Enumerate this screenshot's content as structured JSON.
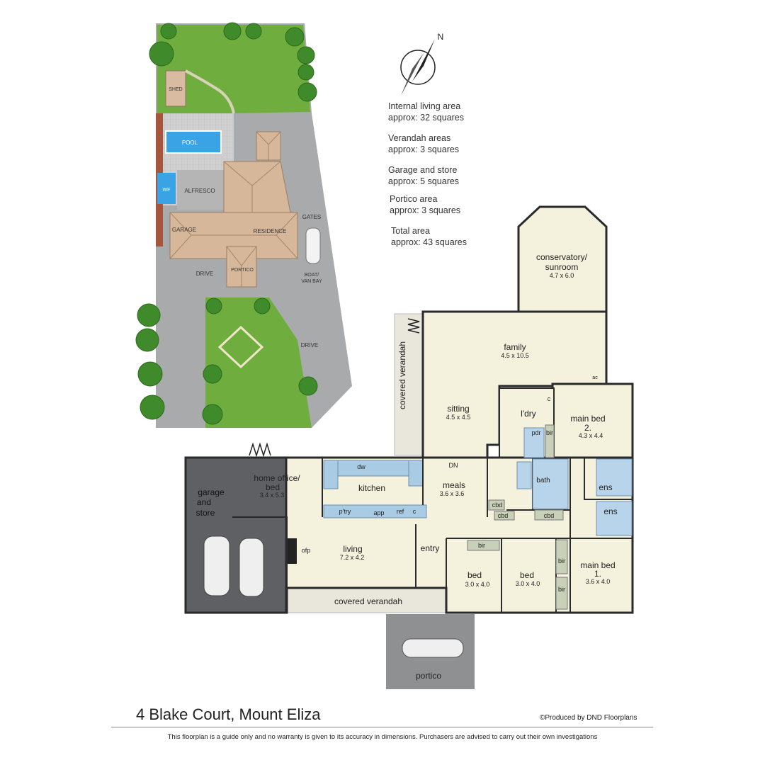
{
  "site": {
    "labels": {
      "shed": "SHED",
      "pool": "POOL",
      "wf": "WF",
      "alfresco": "ALFRESCO",
      "gates": "GATES",
      "garage": "GARAGE",
      "residence": "RESIDENCE",
      "drive": "DRIVE",
      "portico": "PORTICO",
      "boat_bay": [
        "BOAT/",
        "VAN BAY"
      ]
    }
  },
  "compass_letter": "N",
  "areas": [
    {
      "label": "Internal living area",
      "value": "approx: 32 squares"
    },
    {
      "label": "Verandah areas",
      "value": "approx: 3 squares"
    },
    {
      "label": "Garage and store",
      "value": "approx: 5 squares"
    },
    {
      "label": "Portico area",
      "value": "approx: 3 squares"
    },
    {
      "label": "Total area",
      "value": "approx: 43 squares"
    }
  ],
  "rooms": {
    "conservatory": {
      "name": [
        "conservatory/",
        "sunroom"
      ],
      "dims": "4.7 x 6.0"
    },
    "family": {
      "name": "family",
      "dims": "4.5 x 10.5"
    },
    "covered_verandah_side": "covered verandah",
    "sitting": {
      "name": "sitting",
      "dims": "4.5 x 4.5"
    },
    "laundry": "l'dry",
    "main_bed2": {
      "name": [
        "main bed",
        "2."
      ],
      "dims": "4.3 x 4.4"
    },
    "home_office": {
      "name": [
        "home office/",
        "bed"
      ],
      "dims": "3.4 x 5.3"
    },
    "kitchen": "kitchen",
    "meals": {
      "name": "meals",
      "dims": "3.6 x 3.6"
    },
    "garage_store": [
      "garage",
      "and",
      "store"
    ],
    "living": {
      "name": "living",
      "dims": "7.2 x 4.2"
    },
    "entry": "entry",
    "bed_a": {
      "name": "bed",
      "dims": "3.0 x 4.0"
    },
    "bed_b": {
      "name": "bed",
      "dims": "3.0 x 4.0"
    },
    "main_bed1": {
      "name": [
        "main bed",
        "1."
      ],
      "dims": "3.6 x 4.0"
    },
    "covered_verandah_front": "covered verandah",
    "portico": "portico",
    "small": {
      "ac": "ac",
      "dn": "DN",
      "dw": "dw",
      "pantry": "p'try",
      "app": "app",
      "ref": "ref",
      "c": "c",
      "c2": "c",
      "ofp": "ofp",
      "cbd1": "cbd",
      "cbd2": "cbd",
      "cbd3": "cbd",
      "pdr": "pdr",
      "bir1": "bir",
      "bir2": "bir",
      "bir3": "bir",
      "bir4": "bir",
      "bath": "bath",
      "ens1": "ens",
      "ens2": "ens"
    }
  },
  "footer": {
    "address": "4 Blake Court, Mount Eliza",
    "credit": "©Produced by DND Floorplans",
    "disclaimer": "This floorplan is a guide only and no warranty is given to  its accuracy in dimensions.  Purchasers are advised to carry out their own investigations"
  },
  "colors": {
    "lawn": "#6fae3e",
    "tree": "#3f8a2b",
    "paving": "#c9c9c9",
    "drive": "#a7a8aa",
    "roof": "#d7b79a",
    "pool": "#3aa3e6",
    "garage_fill": "#5f6063",
    "floor": "#f4f1dd",
    "bench": "#a9cbe4",
    "verandah": "#e9e6dc",
    "wall": "#2a2a2a"
  }
}
